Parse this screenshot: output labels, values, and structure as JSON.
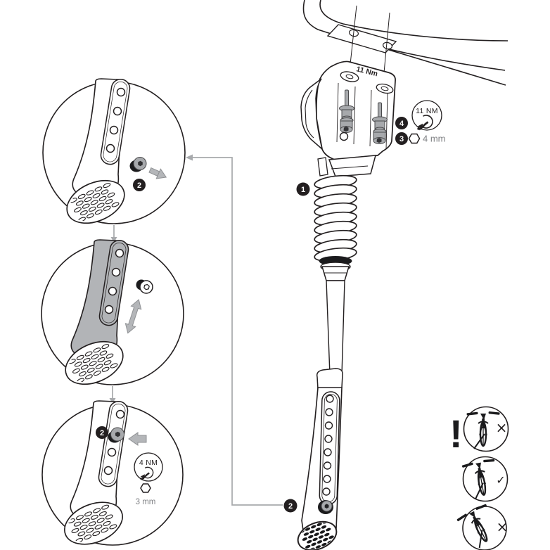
{
  "colors": {
    "line": "#231f20",
    "part_gray": "#a7a9ac",
    "arrow_gray": "#b4b6b9",
    "connector_gray": "#a7a9ac",
    "label_gray": "#808285",
    "badge_bg": "#231f20",
    "badge_fg": "#ffffff",
    "background": "#ffffff"
  },
  "mount": {
    "embossed_torque": "11 Nm"
  },
  "steps": {
    "spring_assembly": "1",
    "release_bolt": "2",
    "hex_key_size": "3",
    "tighten_torque": "4",
    "install_bolt": "2",
    "leg_bolt": "2"
  },
  "callouts": {
    "mount_torque": {
      "value": "11 NM",
      "tool": "4 mm"
    },
    "leg_torque": {
      "value": "4 NM",
      "tool": "3 mm"
    }
  },
  "warnings": {
    "exclamation": "!",
    "upright_mark": "×",
    "slight_lean_mark": "✓",
    "excess_lean_mark": "×"
  }
}
